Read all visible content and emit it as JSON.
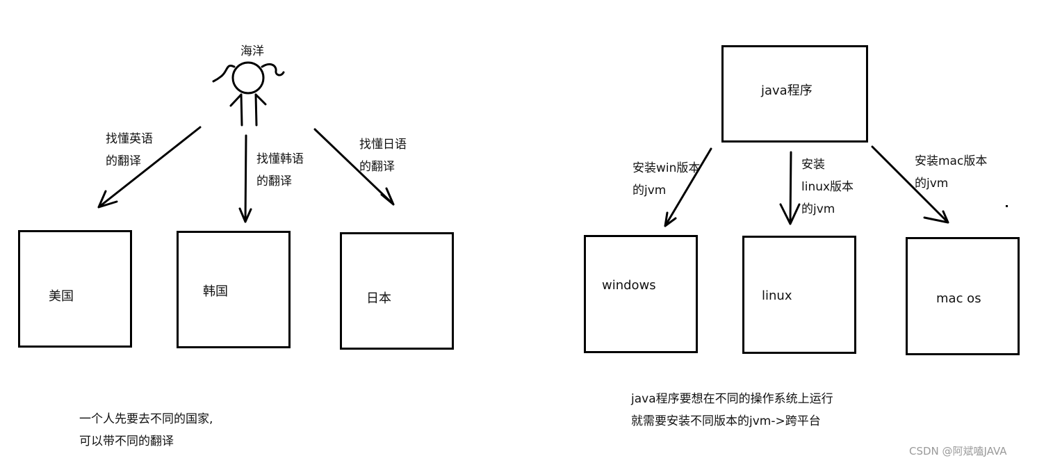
{
  "left": {
    "person_label": "海洋",
    "arrow_labels": [
      {
        "line1": "找懂英语",
        "line2": "的翻译"
      },
      {
        "line1": "找懂韩语",
        "line2": "的翻译"
      },
      {
        "line1": "找懂日语",
        "line2": "的翻译"
      }
    ],
    "countries": [
      "美国",
      "韩国",
      "日本"
    ],
    "caption": {
      "line1": "一个人先要去不同的国家,",
      "line2": "可以带不同的翻译"
    }
  },
  "right": {
    "top_box": "java程序",
    "arrow_labels": [
      {
        "line1": "安装win版本",
        "line2": "的jvm"
      },
      {
        "line1": "安装",
        "line2": "linux版本",
        "line3": "的jvm"
      },
      {
        "line1": "安装mac版本",
        "line2": "的jvm"
      }
    ],
    "systems": [
      "windows",
      "linux",
      "mac os"
    ],
    "caption": {
      "line1": "java程序要想在不同的操作系统上运行",
      "line2": "就需要安装不同版本的jvm->跨平台"
    }
  },
  "watermark": "CSDN @阿斌嗑JAVA"
}
